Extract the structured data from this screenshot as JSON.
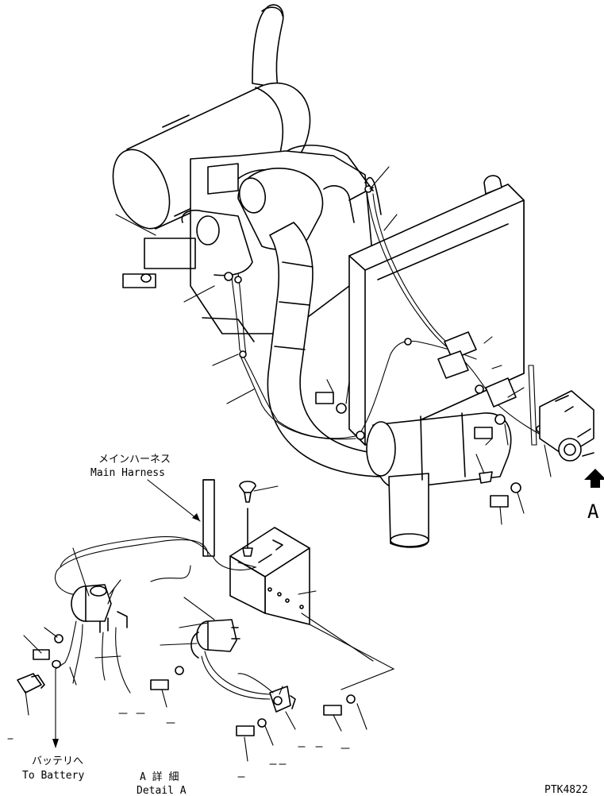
{
  "labels": {
    "main_harness_jp": "メインハーネス",
    "main_harness_en": "Main Harness",
    "battery_jp": "バッテリへ",
    "battery_en": "To Battery",
    "detail_jp": "A 詳 細",
    "detail_en": "Detail A",
    "view_letter": "A",
    "drawing_code": "PTK4822"
  },
  "icons": {
    "view_arrow": "up-arrow-icon"
  },
  "colors": {
    "ink": "#000000",
    "paper": "#ffffff"
  }
}
